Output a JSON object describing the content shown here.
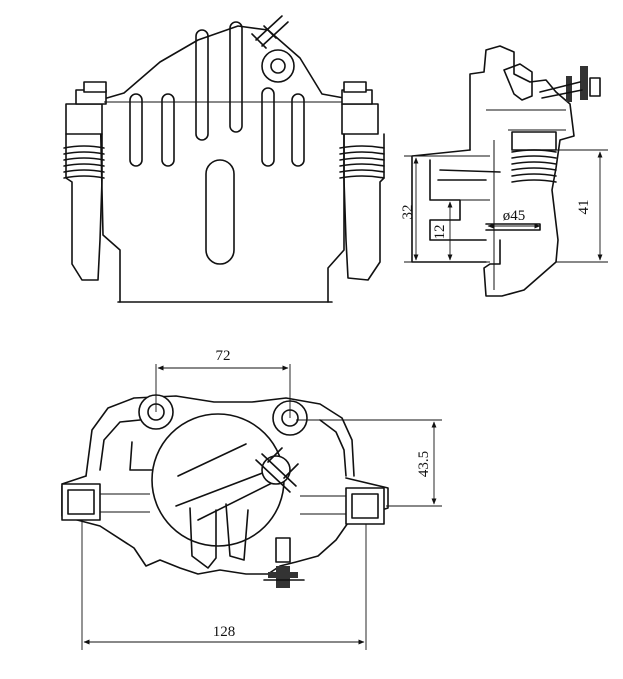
{
  "dimensions": {
    "height_32": "32",
    "height_12": "12",
    "piston_dia": "ø45",
    "height_41": "41",
    "bolt_spacing_72": "72",
    "offset_43_5": "43.5",
    "width_128": "128"
  }
}
